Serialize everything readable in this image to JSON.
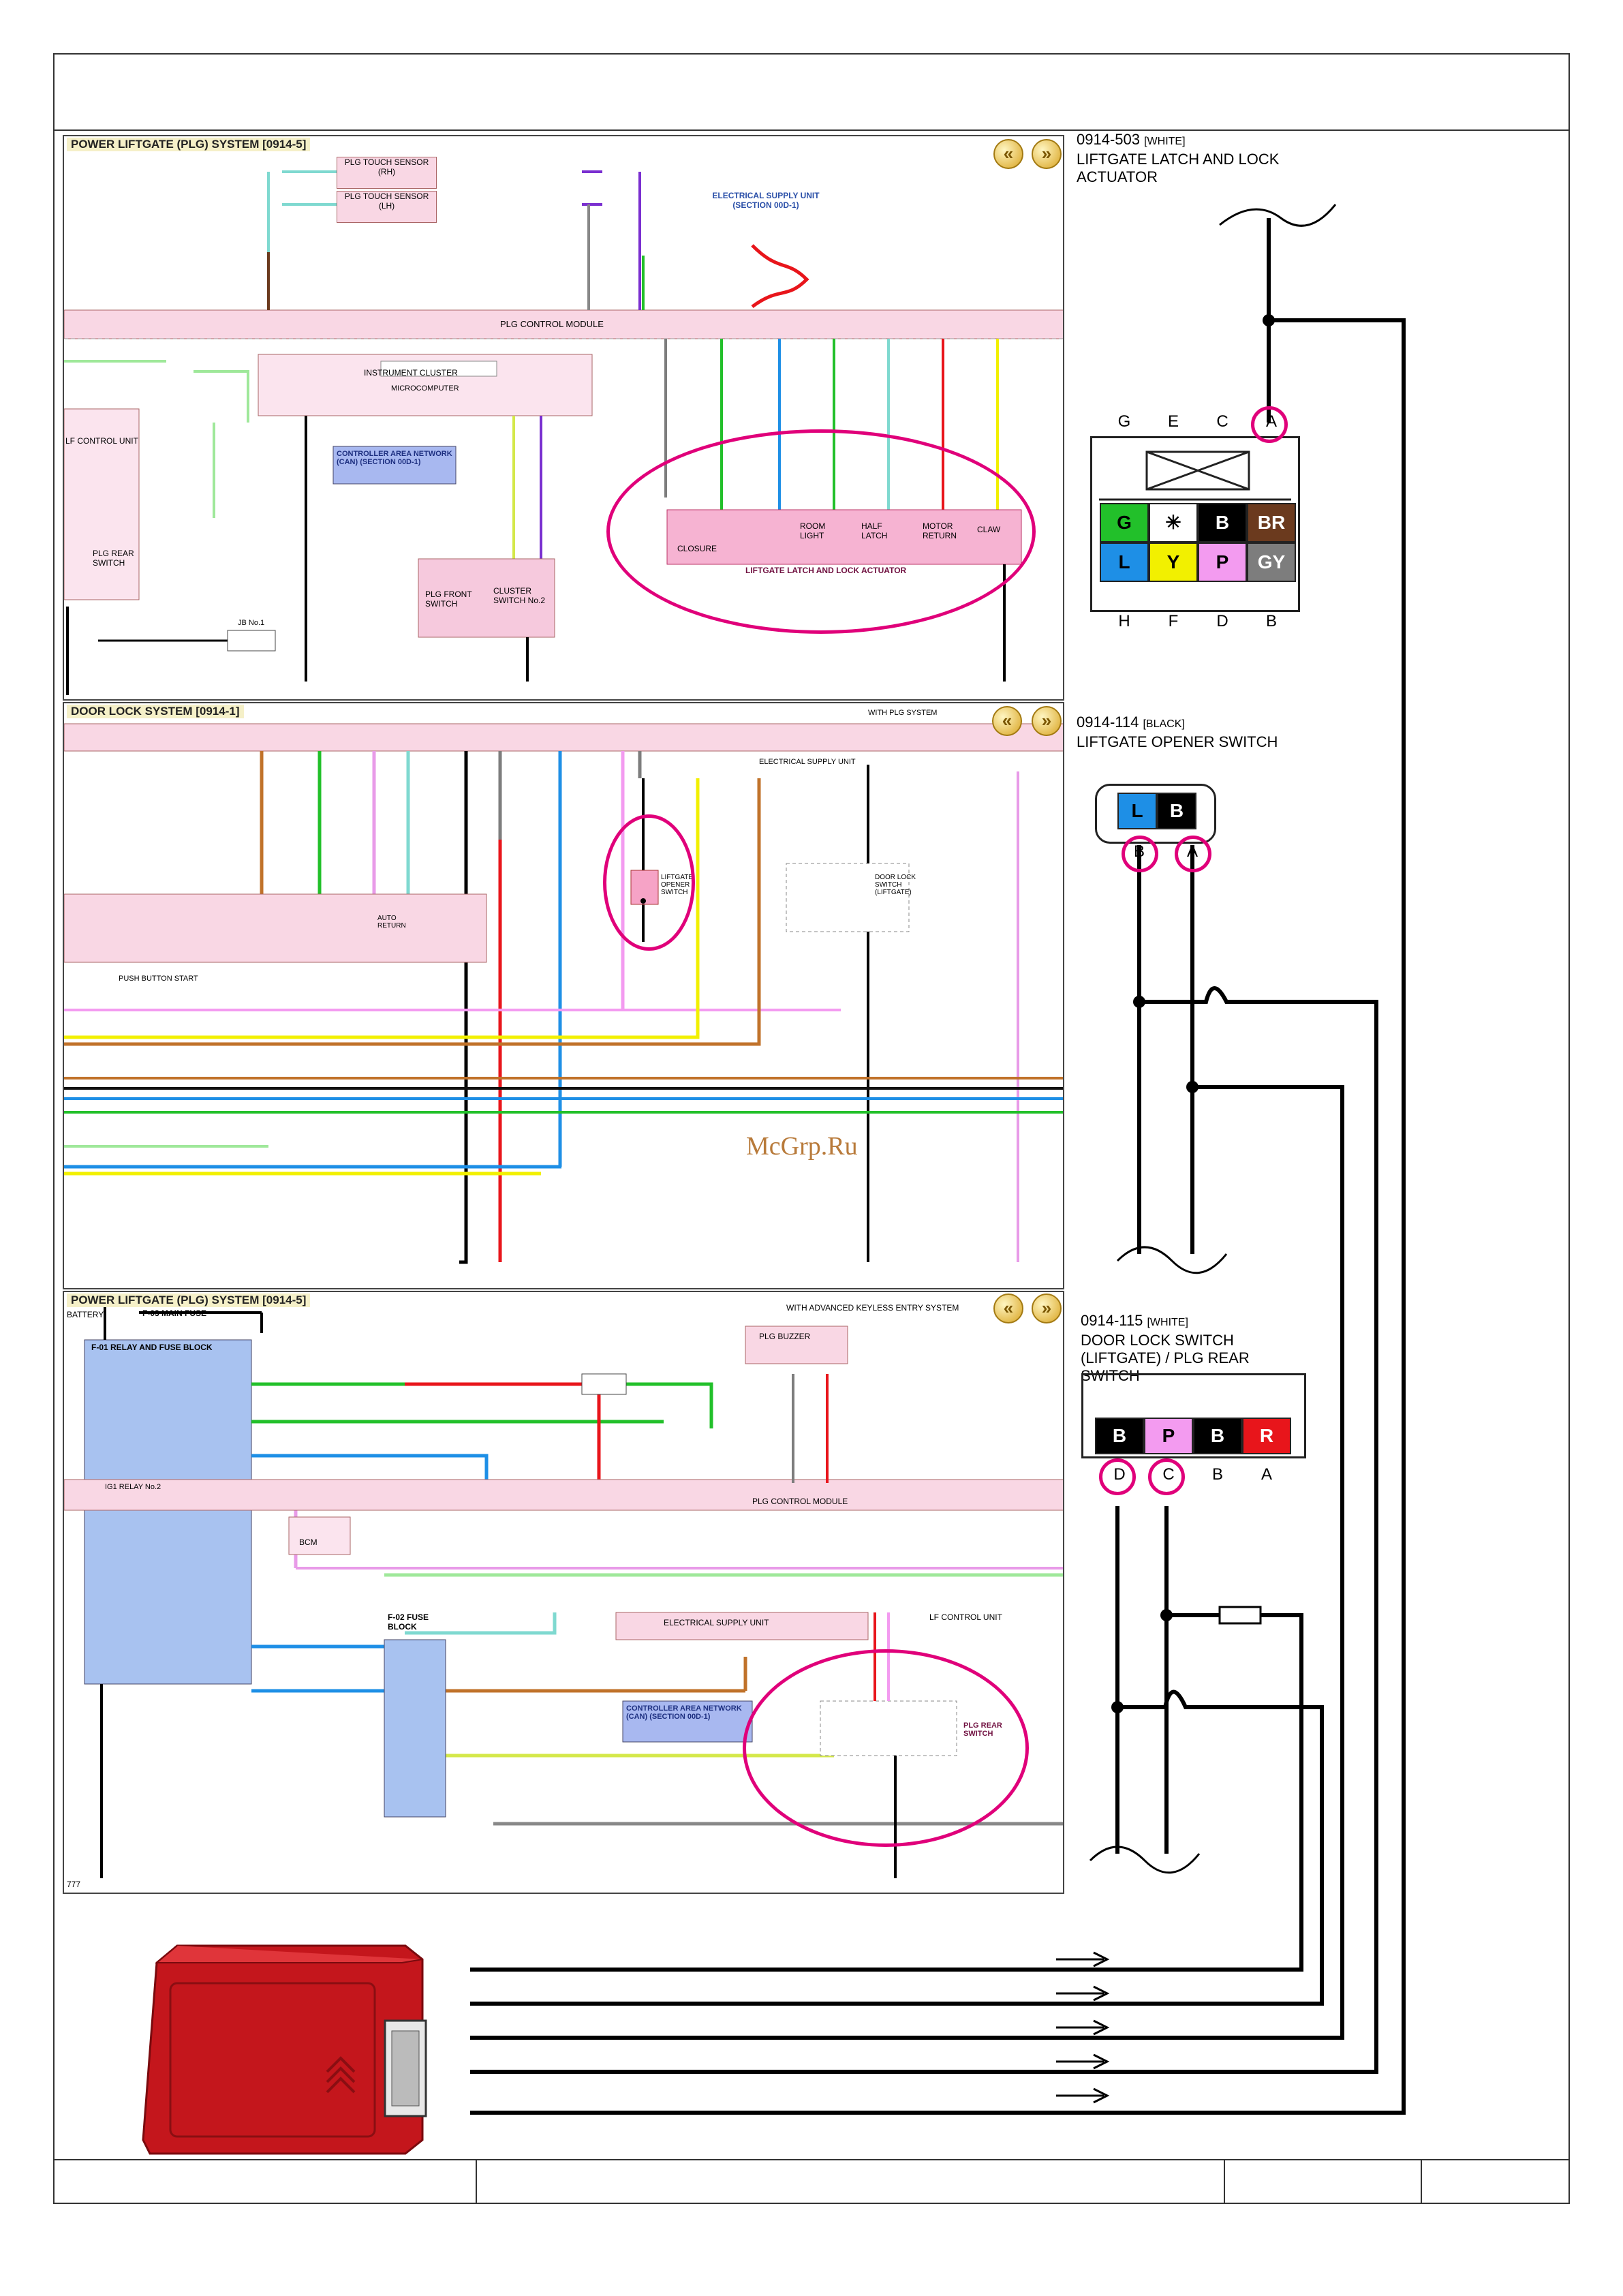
{
  "panels": {
    "plg_top": {
      "title": "POWER LIFTGATE (PLG) SYSTEM [0914-5]",
      "module": "PLG CONTROL MODULE",
      "touch_rh": "PLG TOUCH SENSOR (RH)",
      "touch_lh": "PLG TOUCH SENSOR (LH)",
      "esu": "ELECTRICAL SUPPLY UNIT (SECTION 00D-1)",
      "instrument_cluster": "INSTRUMENT CLUSTER",
      "microcomputer": "MICROCOMPUTER",
      "can": "CONTROLLER AREA NETWORK (CAN) (SECTION 00D-1)",
      "front_switch": "PLG FRONT SWITCH",
      "cluster_switch": "CLUSTER SWITCH No.2",
      "actuator": "LIFTGATE LATCH AND LOCK ACTUATOR",
      "closure": "CLOSURE",
      "room_light": "ROOM LIGHT",
      "half_latch": "HALF LATCH",
      "motor_return": "MOTOR RETURN",
      "claw": "CLAW",
      "lf_control": "LF CONTROL UNIT",
      "rear_switch": "PLG REAR SWITCH",
      "jb": "JB No.1"
    },
    "door_lock": {
      "title": "DOOR LOCK SYSTEM [0914-1]",
      "esu": "ELECTRICAL SUPPLY UNIT",
      "opener": "LIFTGATE OPENER SWITCH",
      "door_lock_switch": "DOOR LOCK SWITCH (LIFTGATE)",
      "push_button": "PUSH BUTTON START",
      "auto_return": "AUTO RETURN",
      "with_plg": "WITH PLG SYSTEM"
    },
    "plg_bottom": {
      "title": "POWER LIFTGATE (PLG) SYSTEM [0914-5]",
      "battery": "BATTERY",
      "main_fuse": "F-03 MAIN FUSE",
      "relay_block": "F-01 RELAY AND FUSE BLOCK",
      "ig1": "IG1 RELAY No.2",
      "buzzer": "PLG BUZZER",
      "module": "PLG CONTROL MODULE",
      "bcm": "BCM",
      "fuse_block": "F-02 FUSE BLOCK",
      "esu": "ELECTRICAL SUPPLY UNIT",
      "can": "CONTROLLER AREA NETWORK (CAN) (SECTION 00D-1)",
      "lf_control": "LF CONTROL UNIT",
      "rear_switch": "PLG REAR SWITCH",
      "keyless": "WITH ADVANCED KEYLESS ENTRY SYSTEM",
      "page": "777"
    }
  },
  "connectors": [
    {
      "id": "0914-503",
      "color": "[WHITE]",
      "name": "LIFTGATE LATCH AND LOCK ACTUATOR",
      "top_labels": [
        "G",
        "E",
        "C",
        "A"
      ],
      "bottom_labels": [
        "H",
        "F",
        "D",
        "B"
      ],
      "pins": [
        {
          "t": "G",
          "c": "#22c02a"
        },
        {
          "t": "✳",
          "c": "#ffffff"
        },
        {
          "t": "B",
          "c": "#000000"
        },
        {
          "t": "BR",
          "c": "#6b3a1e"
        },
        {
          "t": "L",
          "c": "#1e8fe6"
        },
        {
          "t": "Y",
          "c": "#f2f000"
        },
        {
          "t": "P",
          "c": "#f39bf0"
        },
        {
          "t": "GY",
          "c": "#7d7d7d"
        }
      ]
    },
    {
      "id": "0914-114",
      "color": "[BLACK]",
      "name": "LIFTGATE OPENER SWITCH",
      "bottom_labels": [
        "B",
        "A"
      ],
      "pins": [
        {
          "t": "L",
          "c": "#1e8fe6"
        },
        {
          "t": "B",
          "c": "#000000"
        }
      ]
    },
    {
      "id": "0914-115",
      "color": "[WHITE]",
      "name": "DOOR LOCK SWITCH (LIFTGATE) / PLG REAR SWITCH",
      "bottom_labels": [
        "D",
        "C",
        "B",
        "A"
      ],
      "pins": [
        {
          "t": "B",
          "c": "#000000"
        },
        {
          "t": "P",
          "c": "#f39bf0"
        },
        {
          "t": "B",
          "c": "#000000"
        },
        {
          "t": "R",
          "c": "#e8151b"
        }
      ]
    }
  ],
  "watermark": "McGrp.Ru"
}
